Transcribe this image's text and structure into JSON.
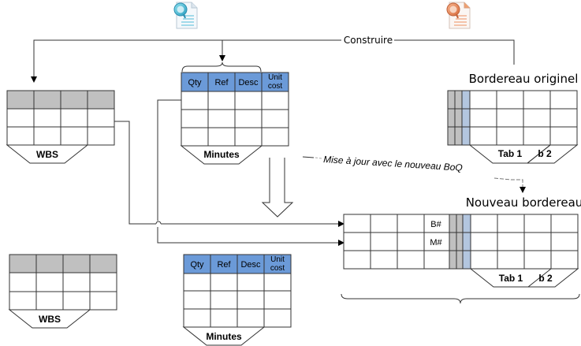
{
  "diagram": {
    "connector_label_build": "Construire",
    "connector_label_update": "Mise à jour avec le nouveau BoQ",
    "original_bordereau_title": "Bordereau originel",
    "new_bordereau_title": "Nouveau bordereau",
    "wbs_top": {
      "label": "WBS"
    },
    "minutes_top": {
      "label": "Minutes",
      "headers": [
        "Qty",
        "Ref",
        "Desc",
        "Unit",
        "cost"
      ]
    },
    "wbs_bottom": {
      "label": "WBS"
    },
    "minutes_bottom": {
      "label": "Minutes",
      "headers": [
        "Qty",
        "Ref",
        "Desc",
        "Unit",
        "cost"
      ]
    },
    "original_bordereau": {
      "tab1": "Tab 1",
      "tab2": "b 2"
    },
    "new_bordereau": {
      "row_marker_1": "B#",
      "row_marker_2": "M#",
      "tab1": "Tab 1",
      "tab2": "b 2"
    },
    "icons": {
      "left": "document-search-icon-blue",
      "right": "document-search-icon-orange"
    },
    "colors": {
      "header_blue": "#6b9ad8",
      "grey_fill": "#c0c0c0",
      "light_blue": "#b3c6df",
      "line": "#333333"
    }
  }
}
